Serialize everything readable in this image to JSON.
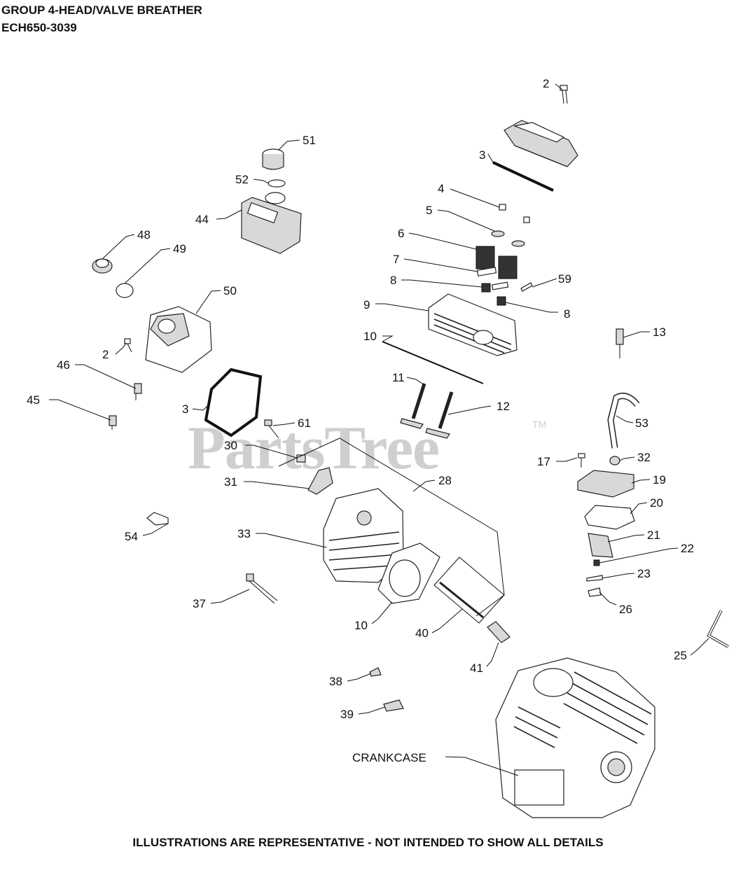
{
  "header": {
    "title": "GROUP 4-HEAD/VALVE BREATHER",
    "model": "ECH650-3039"
  },
  "watermark": {
    "text": "PartsTree",
    "tm": "TM"
  },
  "footer": {
    "note": "ILLUSTRATIONS ARE REPRESENTATIVE - NOT INTENDED TO SHOW ALL DETAILS"
  },
  "callouts": [
    {
      "id": "c-2a",
      "text": "2"
    },
    {
      "id": "c-3a",
      "text": "3"
    },
    {
      "id": "c-4",
      "text": "4"
    },
    {
      "id": "c-5",
      "text": "5"
    },
    {
      "id": "c-6",
      "text": "6"
    },
    {
      "id": "c-7",
      "text": "7"
    },
    {
      "id": "c-8a",
      "text": "8"
    },
    {
      "id": "c-9",
      "text": "9"
    },
    {
      "id": "c-59",
      "text": "59"
    },
    {
      "id": "c-8b",
      "text": "8"
    },
    {
      "id": "c-10a",
      "text": "10"
    },
    {
      "id": "c-13",
      "text": "13"
    },
    {
      "id": "c-11",
      "text": "11"
    },
    {
      "id": "c-12",
      "text": "12"
    },
    {
      "id": "c-51",
      "text": "51"
    },
    {
      "id": "c-52",
      "text": "52"
    },
    {
      "id": "c-44",
      "text": "44"
    },
    {
      "id": "c-48",
      "text": "48"
    },
    {
      "id": "c-49",
      "text": "49"
    },
    {
      "id": "c-50",
      "text": "50"
    },
    {
      "id": "c-2b",
      "text": "2"
    },
    {
      "id": "c-46",
      "text": "46"
    },
    {
      "id": "c-45",
      "text": "45"
    },
    {
      "id": "c-3b",
      "text": "3"
    },
    {
      "id": "c-61",
      "text": "61"
    },
    {
      "id": "c-30",
      "text": "30"
    },
    {
      "id": "c-31",
      "text": "31"
    },
    {
      "id": "c-28",
      "text": "28"
    },
    {
      "id": "c-53",
      "text": "53"
    },
    {
      "id": "c-17",
      "text": "17"
    },
    {
      "id": "c-32",
      "text": "32"
    },
    {
      "id": "c-19",
      "text": "19"
    },
    {
      "id": "c-20",
      "text": "20"
    },
    {
      "id": "c-21",
      "text": "21"
    },
    {
      "id": "c-22",
      "text": "22"
    },
    {
      "id": "c-23",
      "text": "23"
    },
    {
      "id": "c-26",
      "text": "26"
    },
    {
      "id": "c-54",
      "text": "54"
    },
    {
      "id": "c-33",
      "text": "33"
    },
    {
      "id": "c-37",
      "text": "37"
    },
    {
      "id": "c-10b",
      "text": "10"
    },
    {
      "id": "c-40",
      "text": "40"
    },
    {
      "id": "c-41",
      "text": "41"
    },
    {
      "id": "c-25",
      "text": "25"
    },
    {
      "id": "c-38",
      "text": "38"
    },
    {
      "id": "c-39",
      "text": "39"
    },
    {
      "id": "c-crank",
      "text": "CRANKCASE"
    }
  ]
}
